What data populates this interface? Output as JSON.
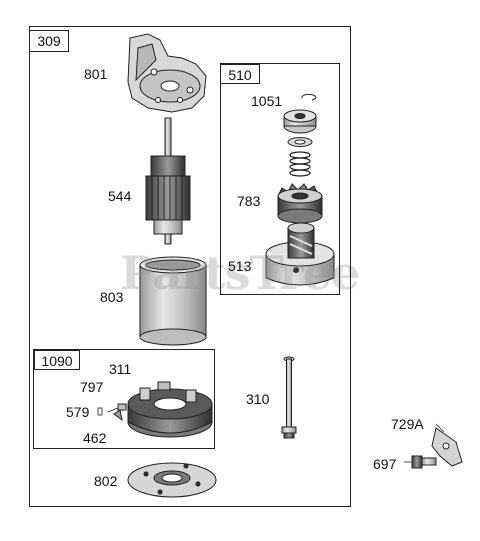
{
  "watermark": "PartsTree",
  "assembly": {
    "id": "309",
    "subassemblies": [
      {
        "id": "510"
      },
      {
        "id": "1090"
      }
    ]
  },
  "parts": {
    "p801": "801",
    "p544": "544",
    "p803": "803",
    "p1051": "1051",
    "p783": "783",
    "p513": "513",
    "p311": "311",
    "p797": "797",
    "p579": "579",
    "p462": "462",
    "p310": "310",
    "p802": "802",
    "p729A": "729A",
    "p697": "697"
  }
}
